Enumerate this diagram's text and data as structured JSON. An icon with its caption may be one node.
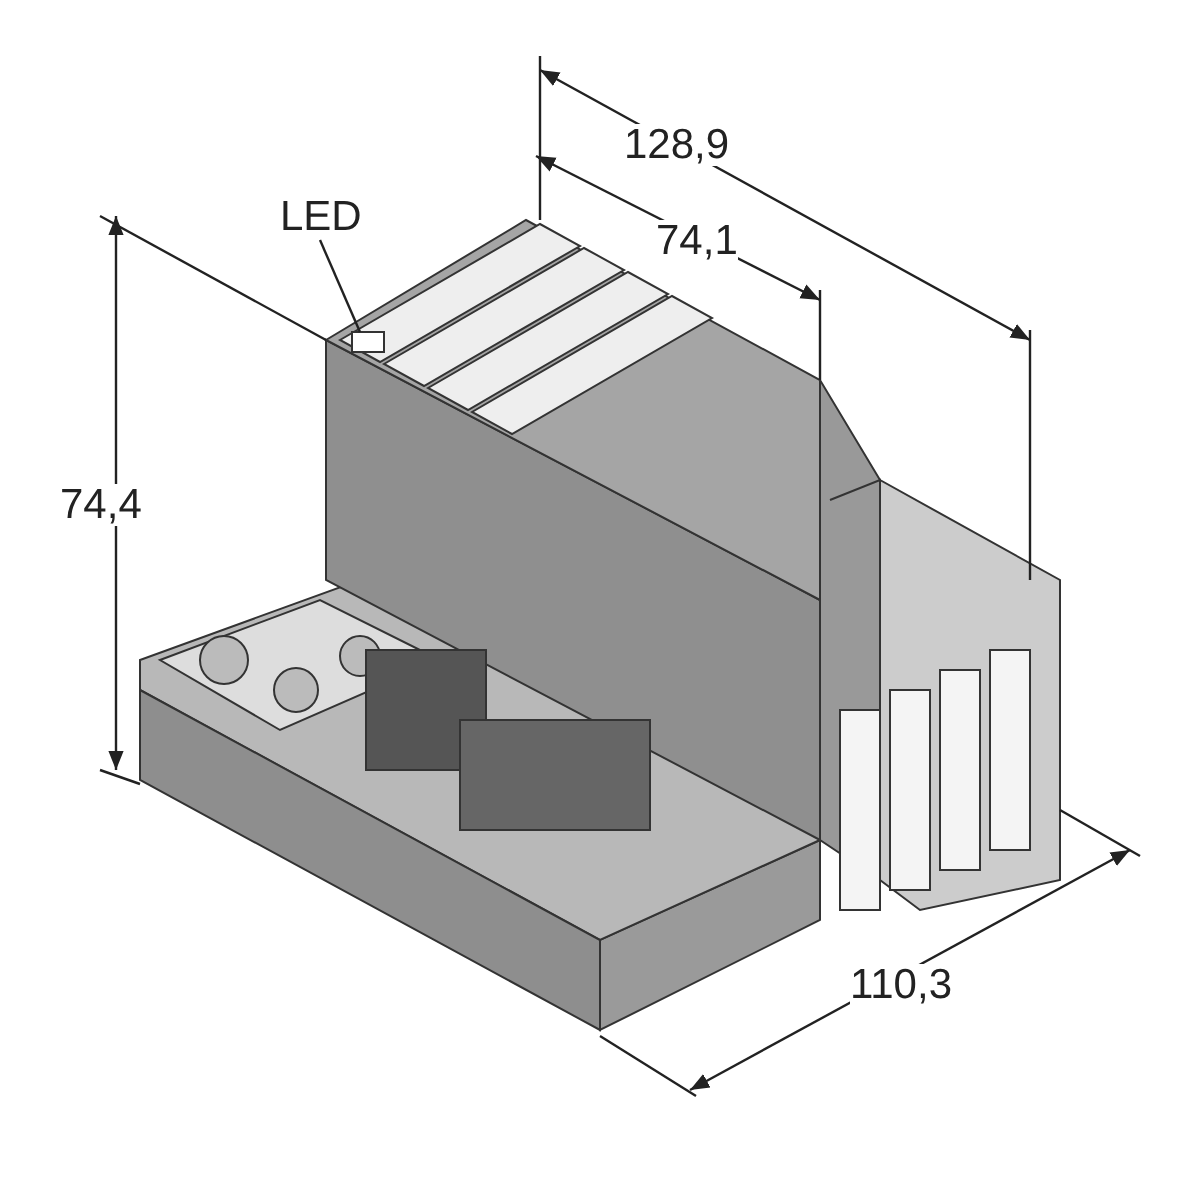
{
  "diagram": {
    "nodes": [
      {
        "text": [
          "LED"
        ]
      },
      {
        "text": [],
        "shape": "box"
      }
    ],
    "edges": [
      {
        "from": 0,
        "to": 1,
        "arrow": "none"
      }
    ],
    "labels": [
      "128,9",
      "74,1",
      "74,4",
      "110,3"
    ]
  }
}
